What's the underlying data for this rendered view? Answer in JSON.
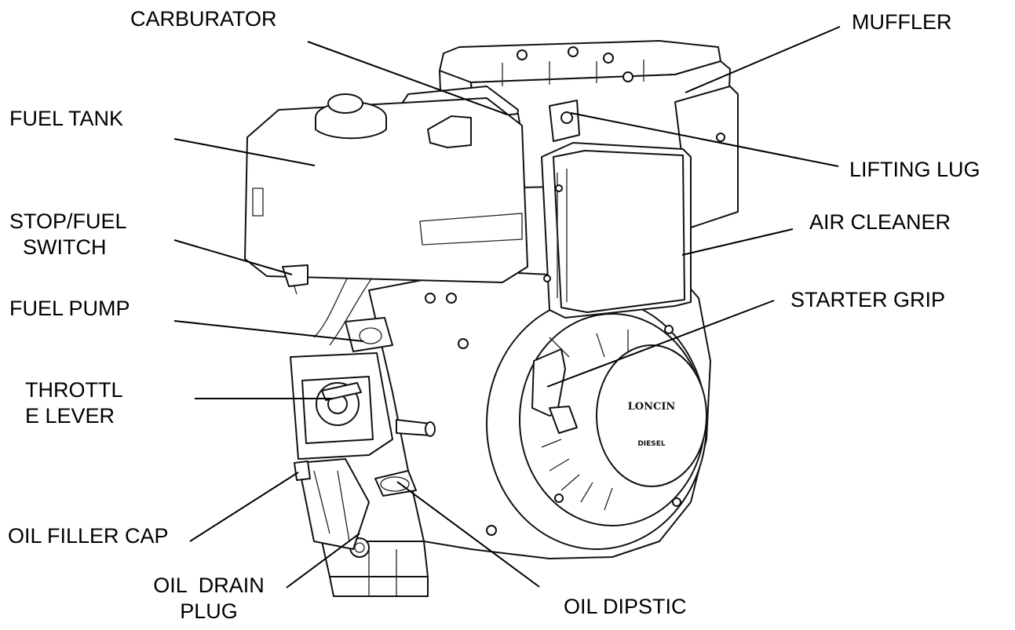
{
  "diagram": {
    "brand": "LONCIN",
    "brand_sub": "DIESEL",
    "labels": {
      "carburator": "CARBURATOR",
      "muffler": "MUFFLER",
      "fuel_tank": "FUEL TANK",
      "lifting_lug": "LIFTING LUG",
      "stop_fuel_switch_line1": "STOP/FUEL",
      "stop_fuel_switch_line2": "SWITCH",
      "air_cleaner": "AIR CLEANER",
      "fuel_pump": "FUEL PUMP",
      "starter_grip": "STARTER GRIP",
      "throttle_lever_line1": "THROTTL",
      "throttle_lever_line2": "E LEVER",
      "oil_filler_cap": "OIL FILLER CAP",
      "oil_drain_plug_line1": "OIL  DRAIN",
      "oil_drain_plug_line2": "PLUG",
      "oil_dipstic": "OIL DIPSTIC"
    }
  }
}
